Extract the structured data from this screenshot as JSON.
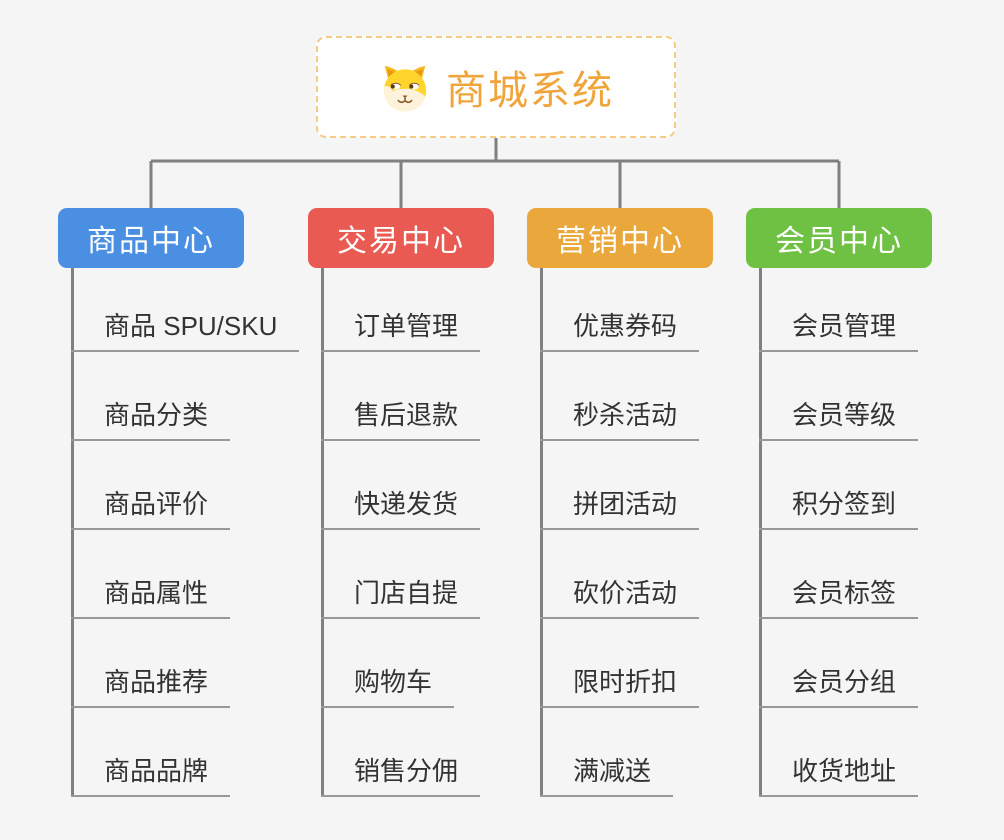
{
  "root": {
    "title": "商城系统",
    "icon": "dog-face-icon",
    "title_color": "#f0a53c",
    "border_color": "#f6cc85"
  },
  "connector_color": "#808080",
  "underline_color": "#98989a",
  "background_color": "#f5f5f6",
  "branches": [
    {
      "label": "商品中心",
      "color": "#4b8fe2",
      "children": [
        "商品 SPU/SKU",
        "商品分类",
        "商品评价",
        "商品属性",
        "商品推荐",
        "商品品牌"
      ]
    },
    {
      "label": "交易中心",
      "color": "#e85a52",
      "children": [
        "订单管理",
        "售后退款",
        "快递发货",
        "门店自提",
        "购物车",
        "销售分佣"
      ]
    },
    {
      "label": "营销中心",
      "color": "#e9a73c",
      "children": [
        "优惠券码",
        "秒杀活动",
        "拼团活动",
        "砍价活动",
        "限时折扣",
        "满减送"
      ]
    },
    {
      "label": "会员中心",
      "color": "#6ec142",
      "children": [
        "会员管理",
        "会员等级",
        "积分签到",
        "会员标签",
        "会员分组",
        "收货地址"
      ]
    }
  ]
}
